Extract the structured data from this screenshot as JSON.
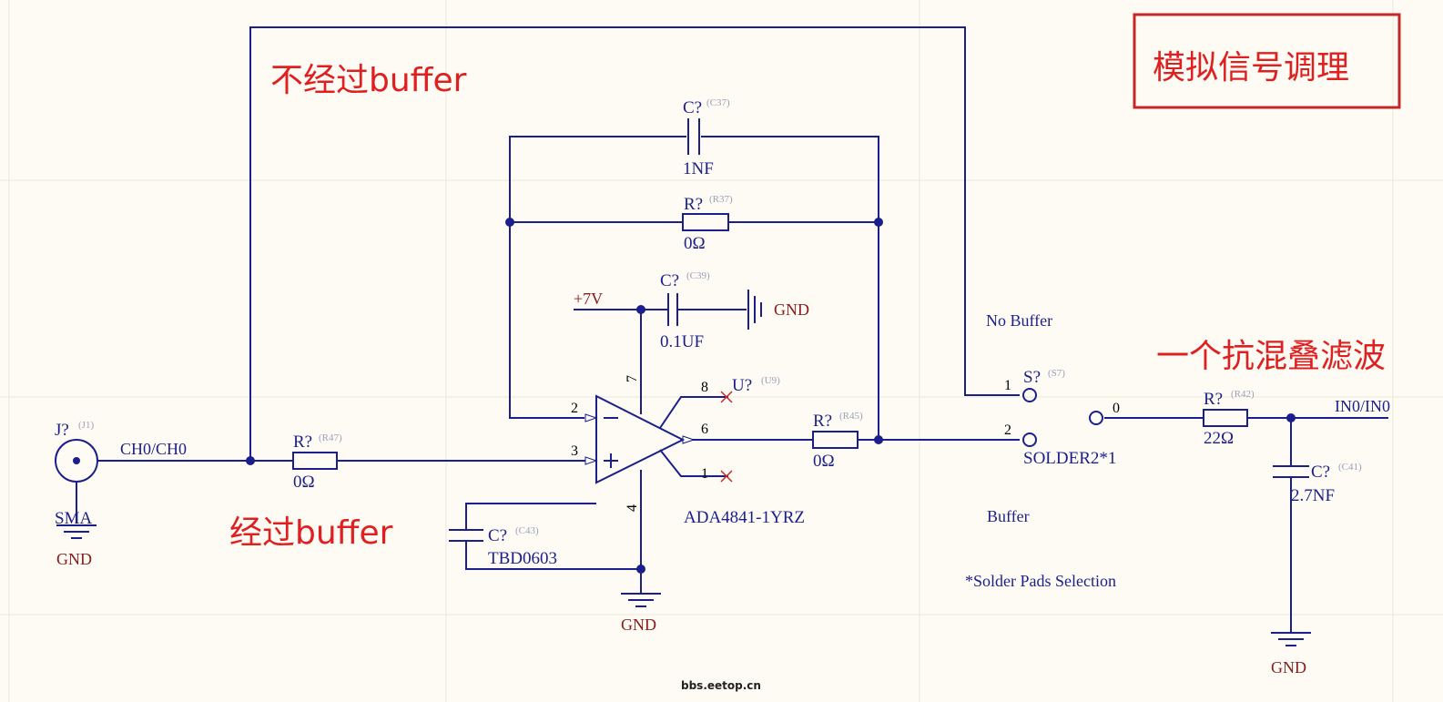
{
  "title_box": {
    "text": "模拟信号调理",
    "border_color": "#e02020"
  },
  "annotations": {
    "no_buffer_path": "不经过buffer",
    "buffer_path": "经过buffer",
    "anti_alias": "一个抗混叠滤波"
  },
  "connector_j1": {
    "designator": "J?",
    "ref": "(J1)",
    "value": "SMA",
    "gnd": "GND"
  },
  "nets": {
    "input": "CH0/CH0",
    "output": "IN0/IN0",
    "supply": "+7V",
    "gnd": "GND"
  },
  "r47": {
    "designator": "R?",
    "ref": "(R47)",
    "value": "0Ω"
  },
  "c37": {
    "designator": "C?",
    "ref": "(C37)",
    "value": "1NF"
  },
  "r37": {
    "designator": "R?",
    "ref": "(R37)",
    "value": "0Ω"
  },
  "c39": {
    "designator": "C?",
    "ref": "(C39)",
    "value": "0.1UF",
    "gnd": "GND"
  },
  "u9": {
    "designator": "U?",
    "ref": "(U9)",
    "part": "ADA4841-1YRZ",
    "pins": {
      "inv": "2",
      "noninv": "3",
      "vpos": "7",
      "vneg": "4",
      "pd": "8",
      "out": "6",
      "nc": "1"
    },
    "gnd": "GND"
  },
  "c43": {
    "designator": "C?",
    "ref": "(C43)",
    "value": "TBD0603"
  },
  "r45": {
    "designator": "R?",
    "ref": "(R45)",
    "value": "0Ω"
  },
  "s7": {
    "designator": "S?",
    "ref": "(S7)",
    "value": "SOLDER2*1",
    "pin1": "1",
    "pin2": "2",
    "pin0": "0"
  },
  "notes": {
    "no_buffer": "No Buffer",
    "buffer": "Buffer",
    "solder": "*Solder Pads Selection"
  },
  "r42": {
    "designator": "R?",
    "ref": "(R42)",
    "value": "22Ω"
  },
  "c41": {
    "designator": "C?",
    "ref": "(C41)",
    "value": "2.7NF",
    "gnd": "GND"
  },
  "watermark": "bbs.eetop.cn",
  "colors": {
    "wire": "#1b1f8c",
    "annotation": "#e02020",
    "gnd_label": "#8b1a1a"
  }
}
